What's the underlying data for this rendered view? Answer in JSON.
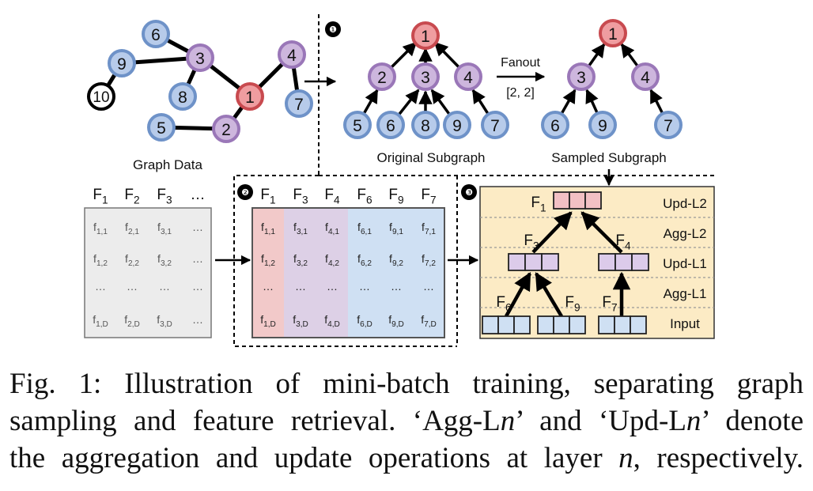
{
  "graph": {
    "label": "Graph Data",
    "nodes": [
      {
        "id": "6",
        "type": "blue"
      },
      {
        "id": "9",
        "type": "blue"
      },
      {
        "id": "3",
        "type": "purple"
      },
      {
        "id": "4",
        "type": "purple"
      },
      {
        "id": "10",
        "type": "white"
      },
      {
        "id": "8",
        "type": "blue"
      },
      {
        "id": "1",
        "type": "red"
      },
      {
        "id": "7",
        "type": "blue"
      },
      {
        "id": "5",
        "type": "blue"
      },
      {
        "id": "2",
        "type": "purple"
      }
    ],
    "edges": [
      [
        "6",
        "3"
      ],
      [
        "9",
        "3"
      ],
      [
        "9",
        "10"
      ],
      [
        "3",
        "8"
      ],
      [
        "3",
        "1"
      ],
      [
        "1",
        "4"
      ],
      [
        "4",
        "7"
      ],
      [
        "1",
        "2"
      ],
      [
        "2",
        "5"
      ]
    ]
  },
  "step_markers": [
    "❶",
    "❷",
    "❸"
  ],
  "original_subgraph": {
    "label": "Original Subgraph",
    "root": "1",
    "level1": [
      "2",
      "3",
      "4"
    ],
    "level2": [
      "5",
      "6",
      "8",
      "9",
      "7"
    ]
  },
  "fanout": {
    "label": "Fanout",
    "value": "[2, 2]"
  },
  "sampled_subgraph": {
    "label": "Sampled Subgraph",
    "root": "1",
    "level1": [
      "3",
      "4"
    ],
    "level2": [
      "6",
      "9",
      "7"
    ]
  },
  "feature_table": {
    "headers": [
      "F1",
      "F2",
      "F3",
      "…"
    ],
    "rows": [
      [
        "f1,1",
        "f2,1",
        "f3,1",
        "…"
      ],
      [
        "f1,2",
        "f2,2",
        "f3,2",
        "…"
      ],
      [
        "…",
        "…",
        "…",
        "…"
      ],
      [
        "f1,D",
        "f2,D",
        "f3,D",
        "…"
      ]
    ]
  },
  "sampled_features": {
    "headers": [
      "F1",
      "F3",
      "F4",
      "F6",
      "F9",
      "F7"
    ],
    "rows": [
      [
        "f1,1",
        "f3,1",
        "f4,1",
        "f6,1",
        "f9,1",
        "f7,1"
      ],
      [
        "f1,2",
        "f3,2",
        "f4,2",
        "f6,2",
        "f9,2",
        "f7,2"
      ],
      [
        "…",
        "…",
        "…",
        "…",
        "…",
        "…"
      ],
      [
        "f1,D",
        "f3,D",
        "f4,D",
        "f6,D",
        "f9,D",
        "f7,D"
      ]
    ]
  },
  "training": {
    "layers": [
      "Upd-L2",
      "Agg-L2",
      "Upd-L1",
      "Agg-L1",
      "Input"
    ],
    "labels": [
      "F1",
      "F3",
      "F4",
      "F6",
      "F9",
      "F7"
    ]
  },
  "colors": {
    "blue_fill": "#b7cbea",
    "blue_stroke": "#6e92c8",
    "purple_fill": "#cdb6dd",
    "purple_stroke": "#9a77b8",
    "red_fill": "#ef9da0",
    "red_stroke": "#c84a4f",
    "col_red": "#f2c9c9",
    "col_purple": "#ddd0e6",
    "col_blue": "#cfe0f3",
    "yellow": "#fcebc5",
    "table_gray": "#ececec"
  },
  "caption": {
    "line1": "Fig. 1: Illustration of mini-batch training, separating graph",
    "line2a": "sampling and feature retrieval. ‘Agg-L",
    "n": "n",
    "line2b": "’ and ‘Upd-L",
    "line2c": "’ denote",
    "line3a": "the aggregation and update operations at layer ",
    "line3b": ", respectively."
  }
}
